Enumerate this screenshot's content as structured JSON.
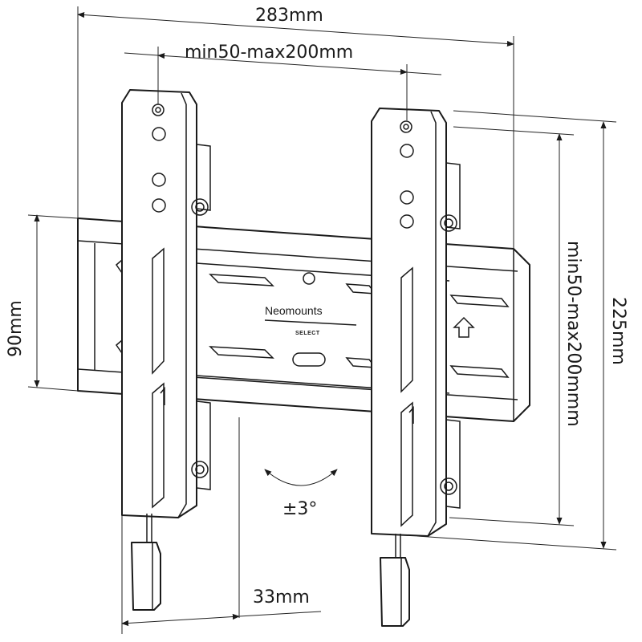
{
  "brand": {
    "name": "Neomounts",
    "sub": "SELECT"
  },
  "dimensions": {
    "overall_width": "283mm",
    "vesa_width": "min50-max200mm",
    "rail_height": "90mm",
    "vesa_height": "min50-max200mmm",
    "overall_height": "225mm",
    "tilt": "±3°",
    "wall_depth": "33mm"
  }
}
